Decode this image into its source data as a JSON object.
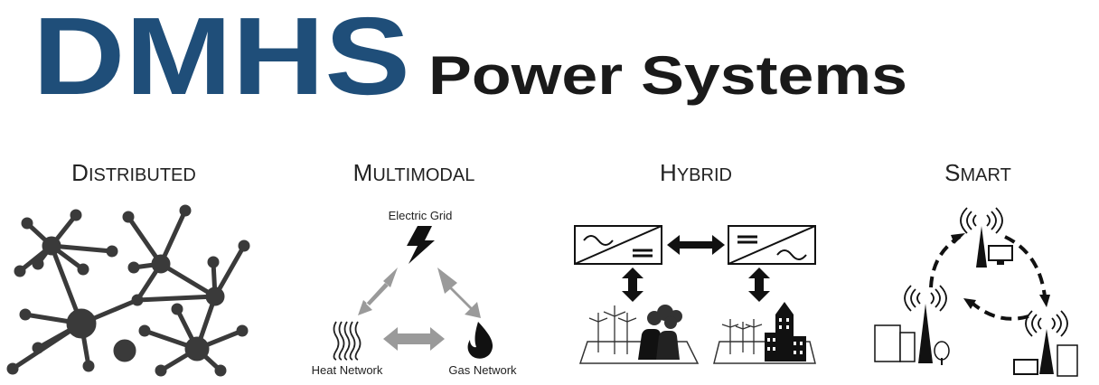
{
  "logo": {
    "brand": "DMHS",
    "subtitle": "Power Systems",
    "brand_color": "#1f4e79",
    "subtitle_color": "#1a1a1a"
  },
  "columns": [
    {
      "initial": "D",
      "rest": "ISTRIBUTED"
    },
    {
      "initial": "M",
      "rest": "ULTIMODAL",
      "labels": {
        "top": "Electric Grid",
        "left": "Heat Network",
        "right": "Gas Network"
      }
    },
    {
      "initial": "H",
      "rest": "YBRID"
    },
    {
      "initial": "S",
      "rest": "MART"
    }
  ],
  "icons": {
    "distributed": "network-graph-icon",
    "electric": "lightning-bolt-icon",
    "heat": "heat-waves-icon",
    "gas": "flame-icon",
    "ac-dc": "ac-dc-converter-icon",
    "dc-ac": "dc-ac-converter-icon",
    "power-plant": "power-plant-icon",
    "city": "city-buildings-icon",
    "tower": "radio-tower-icon"
  }
}
